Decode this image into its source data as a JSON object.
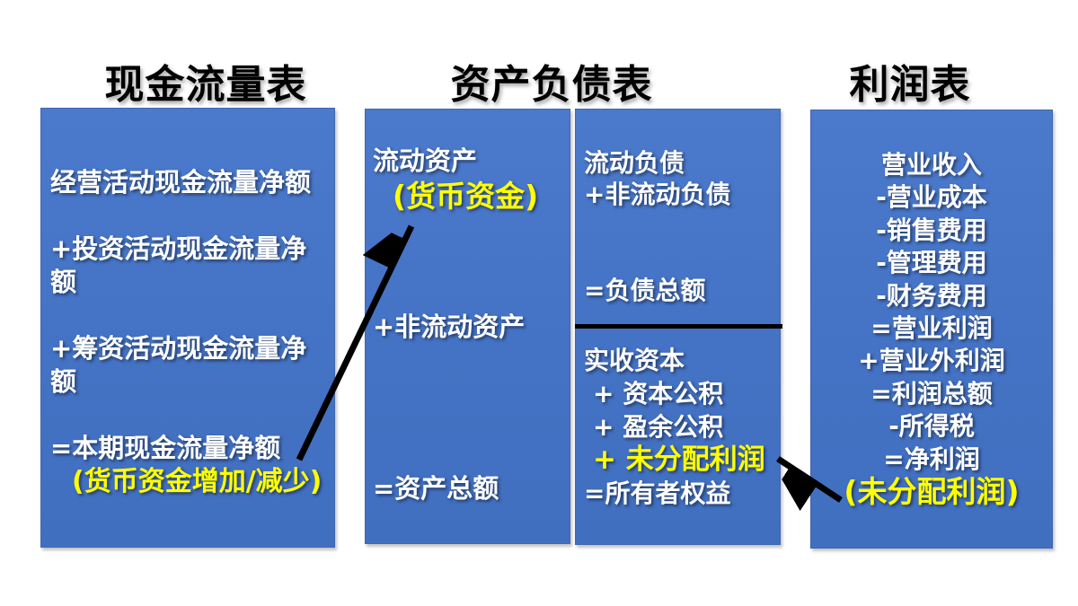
{
  "colors": {
    "box_blue": "#4472C4",
    "highlight_yellow": "#FFFF00",
    "text_white": "#FFFFFF",
    "title_black": "#000000",
    "arrow_black": "#000000",
    "page_bg": "#FFFFFF"
  },
  "titles": {
    "cash_flow": "现金流量表",
    "balance_sheet": "资产负债表",
    "income": "利润表"
  },
  "cash_flow_box": {
    "line1": "经营活动现金流量净额",
    "line2": "+投资活动现金流量净额",
    "line3": "+筹资活动现金流量净额",
    "line4": "=本期现金流量净额",
    "line5": "(货币资金增加/减少)"
  },
  "balance_sheet_assets": {
    "line1": "流动资产",
    "line2": "(货币资金)",
    "line3": "+非流动资产",
    "line4": "=资产总额"
  },
  "balance_sheet_liabilities": {
    "line1": "流动负债",
    "line2": "+非流动负债",
    "line3": "=负债总额",
    "line4": "实收资本",
    "line5": "+ 资本公积",
    "line6": "+ 盈余公积",
    "line7": "+ 未分配利润",
    "line8": "=所有者权益"
  },
  "income_box": {
    "line1": "营业收入",
    "line2": "-营业成本",
    "line3": "-销售费用",
    "line4": "-管理费用",
    "line5": "-财务费用",
    "line6": "=营业利润",
    "line7": "+营业外利润",
    "line8": "=利润总额",
    "line9": "-所得税",
    "line10": "=净利润",
    "line11": "(未分配利润)"
  },
  "arrows": {
    "cash_to_money": "本期现金流量净额 → 货币资金",
    "profit_to_equity": "净利润(未分配利润) → 所有者权益中的未分配利润"
  }
}
